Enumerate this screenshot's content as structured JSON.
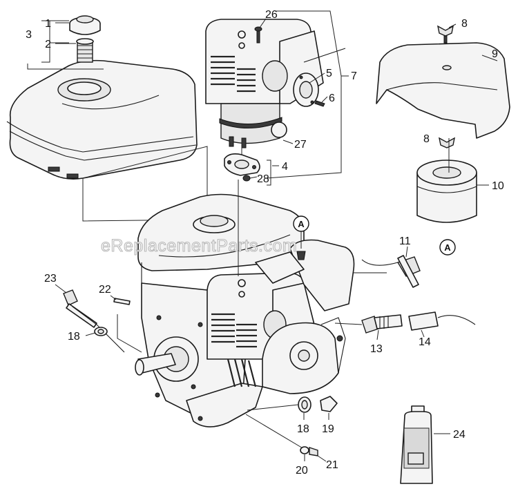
{
  "watermark": "eReplacementParts.com",
  "callouts": [
    {
      "id": "1",
      "text": "1"
    },
    {
      "id": "2",
      "text": "2"
    },
    {
      "id": "3",
      "text": "3"
    },
    {
      "id": "4",
      "text": "4"
    },
    {
      "id": "5",
      "text": "5"
    },
    {
      "id": "6",
      "text": "6"
    },
    {
      "id": "7",
      "text": "7"
    },
    {
      "id": "8a",
      "text": "8"
    },
    {
      "id": "8b",
      "text": "8"
    },
    {
      "id": "9",
      "text": "9"
    },
    {
      "id": "10",
      "text": "10"
    },
    {
      "id": "11",
      "text": "11"
    },
    {
      "id": "13",
      "text": "13"
    },
    {
      "id": "14",
      "text": "14"
    },
    {
      "id": "18a",
      "text": "18"
    },
    {
      "id": "18b",
      "text": "18"
    },
    {
      "id": "19",
      "text": "19"
    },
    {
      "id": "20",
      "text": "20"
    },
    {
      "id": "21",
      "text": "21"
    },
    {
      "id": "22",
      "text": "22"
    },
    {
      "id": "23",
      "text": "23"
    },
    {
      "id": "24",
      "text": "24"
    },
    {
      "id": "26",
      "text": "26"
    },
    {
      "id": "27",
      "text": "27"
    },
    {
      "id": "28",
      "text": "28"
    }
  ],
  "reference_marks": [
    "A",
    "A"
  ]
}
